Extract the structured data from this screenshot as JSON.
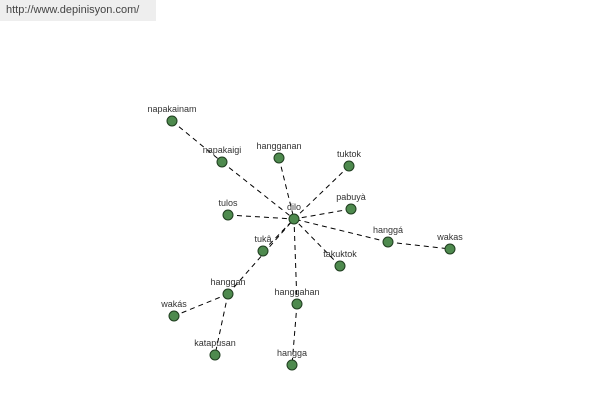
{
  "source_url": "http://www.depinisyon.com/",
  "colors": {
    "node_fill": "#4e8a4e",
    "edge": "#000000",
    "label": "#333333"
  },
  "graph": {
    "center": "dilo",
    "nodes": [
      {
        "id": "dilo",
        "label": "dilo"
      },
      {
        "id": "napakainam",
        "label": "napakainam"
      },
      {
        "id": "napakaigi",
        "label": "napakaigi"
      },
      {
        "id": "hangganan",
        "label": "hangganan"
      },
      {
        "id": "tuktok",
        "label": "tuktok"
      },
      {
        "id": "pabuya",
        "label": "pabuyà"
      },
      {
        "id": "tulos",
        "label": "tulos"
      },
      {
        "id": "hangga1",
        "label": "hanggá"
      },
      {
        "id": "wakas",
        "label": "wakas"
      },
      {
        "id": "tuka",
        "label": "tukâ"
      },
      {
        "id": "takuktok",
        "label": "takuktok"
      },
      {
        "id": "hanggan",
        "label": "hanggan"
      },
      {
        "id": "hanggahan",
        "label": "hanggahan"
      },
      {
        "id": "wakas2",
        "label": "wakás"
      },
      {
        "id": "katapusan",
        "label": "katapusan"
      },
      {
        "id": "hangga2",
        "label": "hangga"
      }
    ],
    "edges": [
      [
        "napakainam",
        "napakaigi"
      ],
      [
        "napakaigi",
        "dilo"
      ],
      [
        "hangganan",
        "dilo"
      ],
      [
        "tuktok",
        "dilo"
      ],
      [
        "pabuya",
        "dilo"
      ],
      [
        "tulos",
        "dilo"
      ],
      [
        "hangga1",
        "dilo"
      ],
      [
        "hangga1",
        "wakas"
      ],
      [
        "tuka",
        "dilo"
      ],
      [
        "takuktok",
        "dilo"
      ],
      [
        "hanggan",
        "dilo"
      ],
      [
        "hanggahan",
        "dilo"
      ],
      [
        "hanggan",
        "wakas2"
      ],
      [
        "hanggan",
        "katapusan"
      ],
      [
        "hanggahan",
        "hangga2"
      ]
    ]
  }
}
